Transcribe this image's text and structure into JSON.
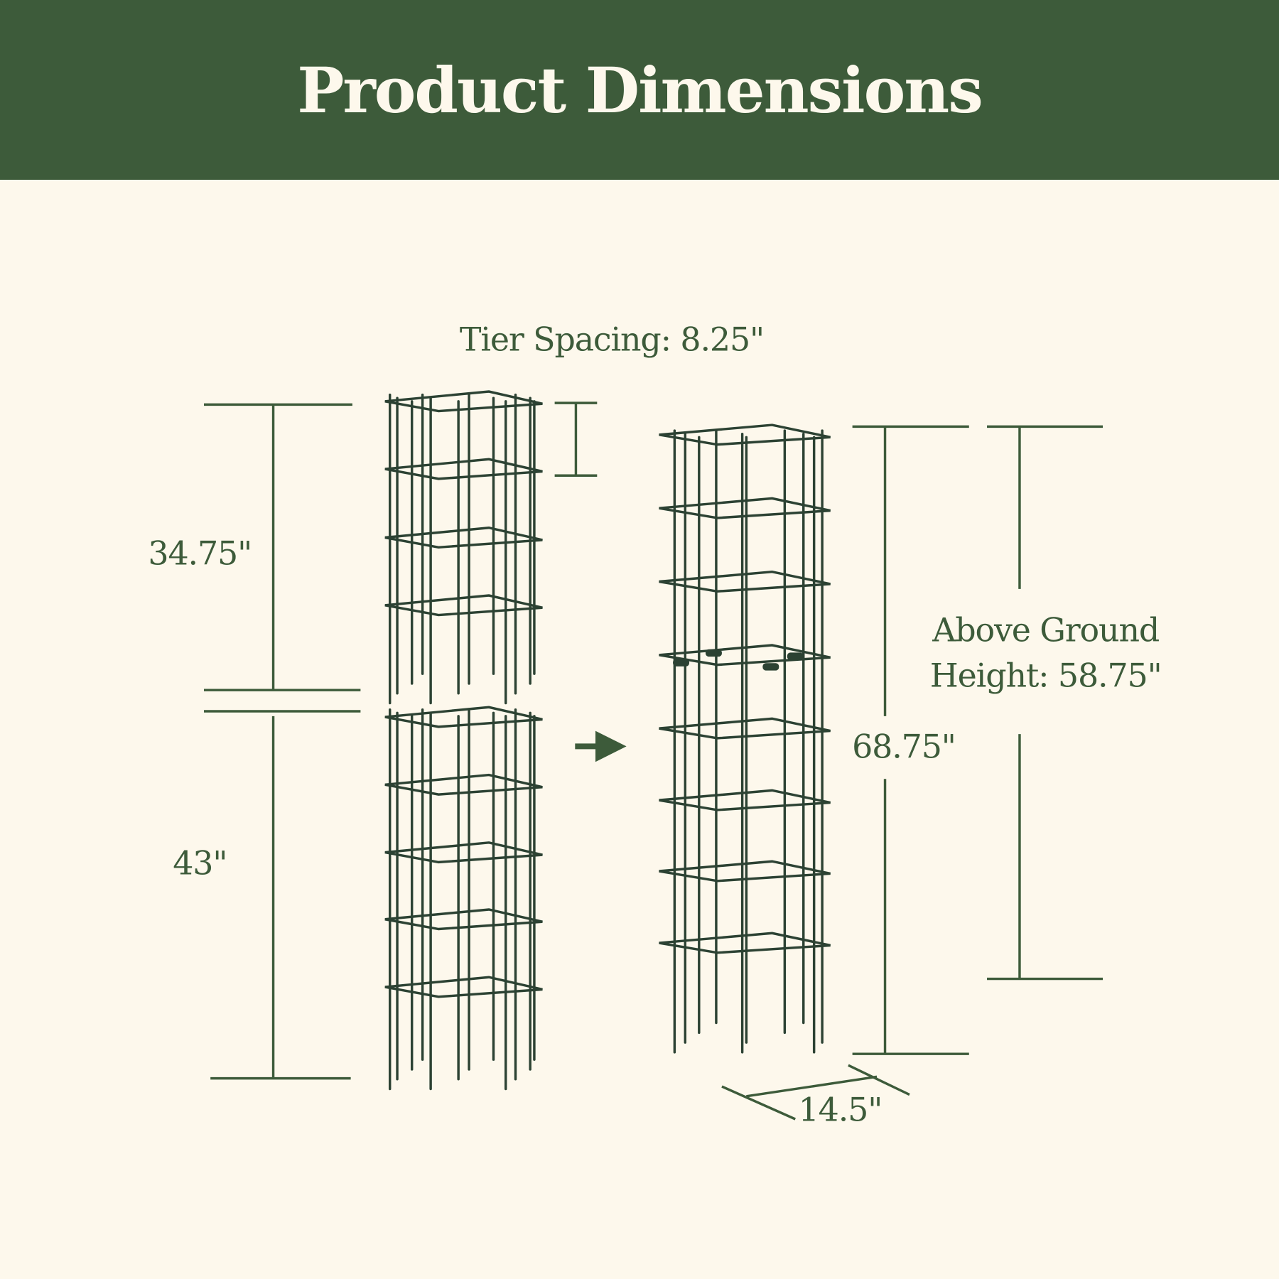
{
  "title": "Product Dimensions",
  "labels": {
    "tier_spacing": "Tier Spacing: 8.25\"",
    "upper_height": "34.75\"",
    "lower_height": "43\"",
    "total_height": "68.75\"",
    "above_ground_line1": "Above Ground",
    "above_ground_line2": "Height: 58.75\"",
    "width": "14.5\""
  },
  "colors": {
    "brand_green": "#3d5b3a",
    "background": "#fdf8ec",
    "wire": "#2c4233"
  }
}
